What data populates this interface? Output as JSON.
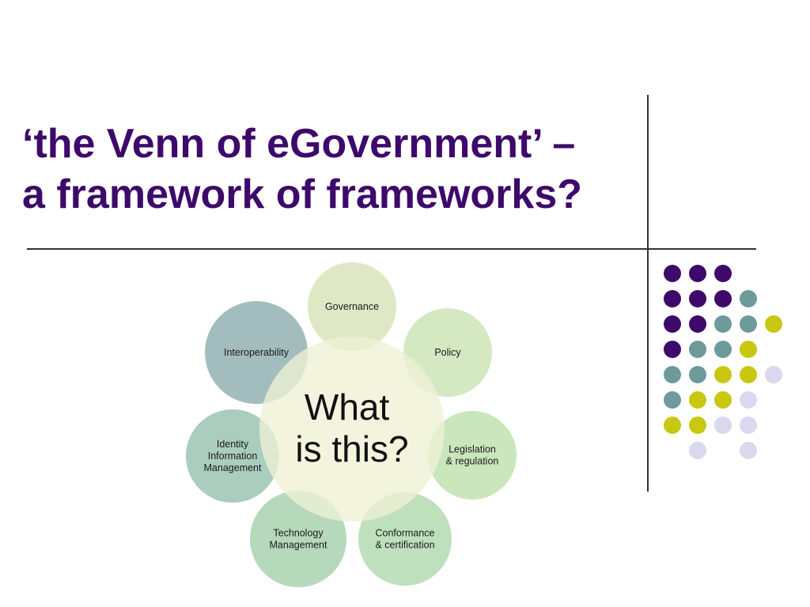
{
  "slide": {
    "title_line1": "‘the Venn of eGovernment’ –",
    "title_line2": "a framework of frameworks?"
  },
  "diagram": {
    "center": {
      "line1": "What",
      "line2": "is this?",
      "color": "#eef1d4"
    },
    "satellites": [
      {
        "name": "governance",
        "lines": [
          "Governance"
        ],
        "color": "#dfe8c4"
      },
      {
        "name": "policy",
        "lines": [
          "Policy"
        ],
        "color": "#d4e8c2"
      },
      {
        "name": "legislation",
        "lines": [
          "Legislation",
          "& regulation"
        ],
        "color": "#c9e6bd"
      },
      {
        "name": "conformance",
        "lines": [
          "Conformance",
          "& certification"
        ],
        "color": "#bfe0bd"
      },
      {
        "name": "technology",
        "lines": [
          "Technology",
          "Management"
        ],
        "color": "#b6d8bb"
      },
      {
        "name": "identity",
        "lines": [
          "Identity",
          "Information",
          "Management"
        ],
        "color": "#aacdbe"
      },
      {
        "name": "interoperability",
        "lines": [
          "Interoperability"
        ],
        "color": "#a3bdbf"
      }
    ]
  },
  "decor": {
    "colors": {
      "purple": "#3d0a6b",
      "teal": "#6e9a9b",
      "lime": "#c8c810",
      "lavender": "#d9d8ee"
    },
    "grid": [
      [
        "purple",
        "purple",
        "purple",
        null,
        null
      ],
      [
        "purple",
        "purple",
        "purple",
        "teal",
        null
      ],
      [
        "purple",
        "purple",
        "teal",
        "teal",
        "lime"
      ],
      [
        "purple",
        "teal",
        "teal",
        "lime",
        null
      ],
      [
        "teal",
        "teal",
        "lime",
        "lime",
        "lavender"
      ],
      [
        "teal",
        "lime",
        "lime",
        "lavender",
        null
      ],
      [
        "lime",
        "lime",
        "lavender",
        "lavender",
        null
      ],
      [
        null,
        "lavender",
        null,
        "lavender",
        null
      ]
    ]
  }
}
